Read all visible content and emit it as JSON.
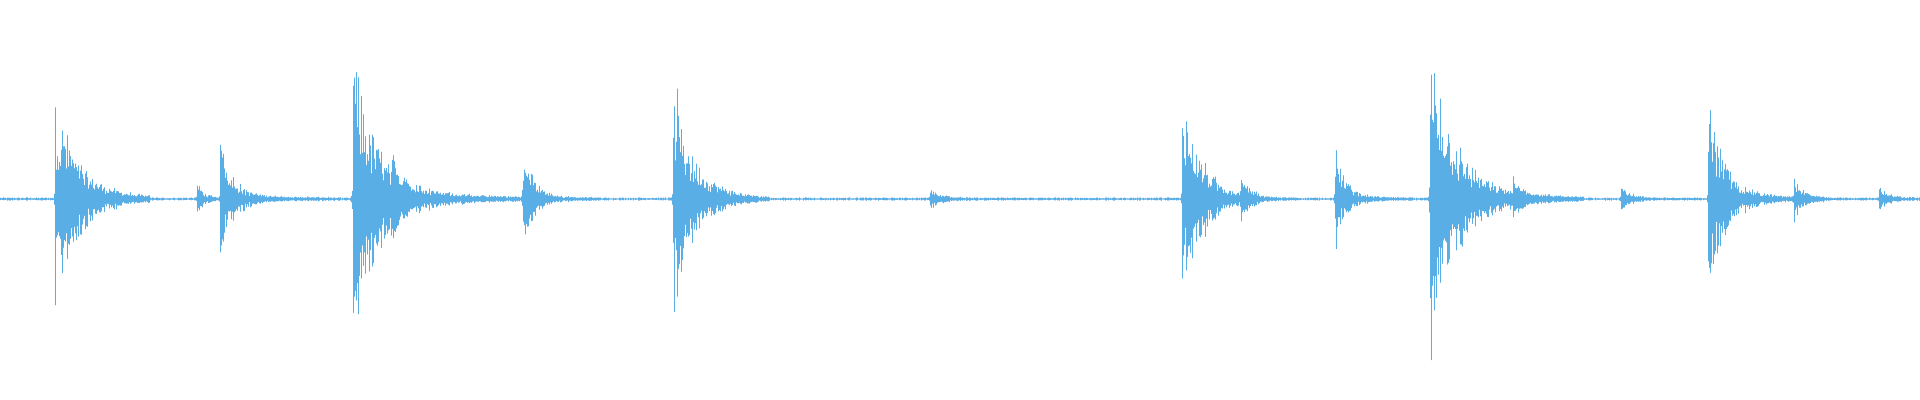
{
  "waveform": {
    "color": "#5aaee6",
    "background": "#ffffff",
    "baseline_amplitude": 0.006,
    "transients": [
      {
        "t": 0.0285,
        "amp": 0.54,
        "decay": 0.012,
        "tail": 0.05
      },
      {
        "t": 0.1025,
        "amp": 0.1,
        "decay": 0.003,
        "tail": 0.02
      },
      {
        "t": 0.1145,
        "amp": 0.36,
        "decay": 0.006,
        "tail": 0.06
      },
      {
        "t": 0.1835,
        "amp": 0.8,
        "decay": 0.012,
        "tail": 0.1
      },
      {
        "t": 0.204,
        "amp": 0.1,
        "decay": 0.006,
        "tail": 0.05
      },
      {
        "t": 0.272,
        "amp": 0.3,
        "decay": 0.005,
        "tail": 0.04
      },
      {
        "t": 0.3505,
        "amp": 0.64,
        "decay": 0.01,
        "tail": 0.05
      },
      {
        "t": 0.484,
        "amp": 0.08,
        "decay": 0.004,
        "tail": 0.04
      },
      {
        "t": 0.6155,
        "amp": 0.56,
        "decay": 0.01,
        "tail": 0.04
      },
      {
        "t": 0.646,
        "amp": 0.08,
        "decay": 0.006,
        "tail": 0.03
      },
      {
        "t": 0.695,
        "amp": 0.28,
        "decay": 0.005,
        "tail": 0.04
      },
      {
        "t": 0.7445,
        "amp": 0.9,
        "decay": 0.012,
        "tail": 0.08
      },
      {
        "t": 0.788,
        "amp": 0.08,
        "decay": 0.004,
        "tail": 0.03
      },
      {
        "t": 0.844,
        "amp": 0.08,
        "decay": 0.004,
        "tail": 0.03
      },
      {
        "t": 0.8895,
        "amp": 0.56,
        "decay": 0.008,
        "tail": 0.06
      },
      {
        "t": 0.934,
        "amp": 0.12,
        "decay": 0.004,
        "tail": 0.03
      },
      {
        "t": 0.9785,
        "amp": 0.08,
        "decay": 0.004,
        "tail": 0.03
      }
    ]
  }
}
